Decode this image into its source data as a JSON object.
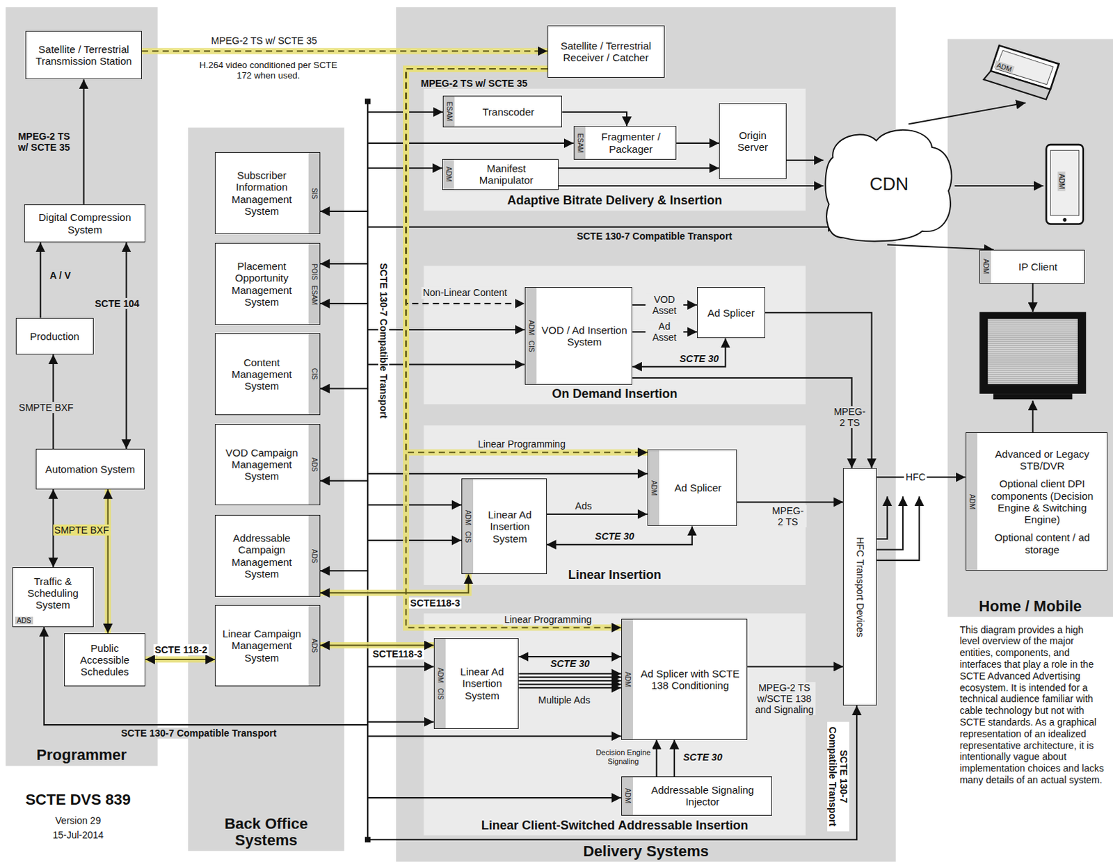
{
  "diagram": {
    "title": "SCTE DVS 839",
    "caption": "This diagram provides a high level overview of the major entities, components, and interfaces that play a role in the SCTE Advanced Advertising ecosystem. It is intended for a technical audience familiar with cable technology but not with SCTE standards. As a graphical representation of an idealized representative architecture, it is intentionally vague about implementation choices and lacks many details of an actual system.",
    "nodes": [
      {
        "text": [
          "Programmer"
        ]
      },
      {
        "text": [
          "Back Office Systems"
        ]
      },
      {
        "text": [
          "Delivery Systems"
        ]
      },
      {
        "text": [
          "Home / Mobile"
        ]
      },
      {
        "text": [
          "Adaptive Bitrate Delivery & Insertion"
        ],
        "in": 2
      },
      {
        "text": [
          "On Demand Insertion"
        ],
        "in": 2
      },
      {
        "text": [
          "Linear Insertion"
        ],
        "in": 2
      },
      {
        "text": [
          "Linear Client-Switched Addressable Insertion"
        ],
        "in": 2
      },
      {
        "text": [
          "Satellite / Terrestrial Transmission Station"
        ],
        "in": 0
      },
      {
        "text": [
          "Digital Compression System"
        ],
        "in": 0
      },
      {
        "text": [
          "Production"
        ],
        "in": 0
      },
      {
        "text": [
          "Automation System"
        ],
        "in": 0
      },
      {
        "text": [
          "Traffic & Scheduling System",
          "ADS"
        ],
        "in": 0
      },
      {
        "text": [
          "Public Accessible Schedules"
        ],
        "in": 0
      },
      {
        "text": [
          "Subscriber Information Management System",
          "SIS"
        ],
        "in": 1
      },
      {
        "text": [
          "Placement Opportunity Management System",
          "POIS",
          "ESAM"
        ],
        "in": 1
      },
      {
        "text": [
          "Content Management System",
          "CIS"
        ],
        "in": 1
      },
      {
        "text": [
          "VOD Campaign Management System",
          "ADS"
        ],
        "in": 1
      },
      {
        "text": [
          "Addressable Campaign Management System",
          "ADS"
        ],
        "in": 1
      },
      {
        "text": [
          "Linear Campaign Management System",
          "ADS"
        ],
        "in": 1
      },
      {
        "text": [
          "Satellite / Terrestrial Receiver / Catcher"
        ],
        "in": 2
      },
      {
        "text": [
          "ESAM",
          "Transcoder"
        ],
        "in": 4
      },
      {
        "text": [
          "ESAM",
          "Fragmenter / Packager"
        ],
        "in": 4
      },
      {
        "text": [
          "ADM",
          "Manifest Manipulator"
        ],
        "in": 4
      },
      {
        "text": [
          "Origin Server"
        ],
        "in": 4
      },
      {
        "text": [
          "ADM",
          "CIS",
          "VOD / Ad Insertion System"
        ],
        "in": 5
      },
      {
        "text": [
          "Ad Splicer"
        ],
        "in": 5
      },
      {
        "text": [
          "ADM",
          "Ad Splicer"
        ],
        "in": 6
      },
      {
        "text": [
          "ADM",
          "CIS",
          "Linear Ad Insertion System"
        ],
        "in": 6
      },
      {
        "text": [
          "ADM",
          "CIS",
          "Linear Ad Insertion System"
        ],
        "in": 7
      },
      {
        "text": [
          "Ad Splicer with SCTE 138 Conditioning",
          "ADM"
        ],
        "in": 7
      },
      {
        "text": [
          "ADM",
          "Addressable Signaling Injector"
        ],
        "in": 7
      },
      {
        "text": [
          "HFC Transport Devices"
        ],
        "in": 2
      },
      {
        "text": [
          "CDN"
        ]
      },
      {
        "text": [
          "ADM"
        ],
        "in": 3
      },
      {
        "text": [
          "ADM"
        ],
        "in": 3
      },
      {
        "text": [
          "ADM",
          "IP Client"
        ],
        "in": 3
      },
      {
        "text": [
          "ADM",
          "Advanced or Legacy STB/DVR",
          "Optional client DPI components (Decision Engine & Switching Engine)",
          "Optional content / ad storage"
        ],
        "in": 3
      }
    ],
    "edges": [
      {
        "from": 9,
        "to": 8,
        "arrow": "to",
        "label": "MPEG-2 TS w/ SCTE 35"
      },
      {
        "from": 10,
        "to": 9,
        "arrow": "to",
        "label": "A / V"
      },
      {
        "from": 11,
        "to": 9,
        "arrow": "both",
        "label": "SCTE 104"
      },
      {
        "from": 11,
        "to": 10,
        "arrow": "to",
        "label": "SMPTE BXF"
      },
      {
        "from": 11,
        "to": 12,
        "arrow": "both"
      },
      {
        "from": 11,
        "to": 13,
        "arrow": "both",
        "label": "SMPTE BXF"
      },
      {
        "from": 13,
        "to": 19,
        "arrow": "both",
        "label": "SCTE 118-2"
      },
      {
        "from": 8,
        "to": 20,
        "arrow": "to",
        "label": "MPEG-2 TS w/ SCTE 35"
      },
      {
        "from": 20,
        "to": 25,
        "arrow": "to",
        "label": "Non-Linear Content"
      },
      {
        "from": 20,
        "to": 27,
        "arrow": "to",
        "label": "Linear Programming"
      },
      {
        "from": 20,
        "to": 30,
        "arrow": "to",
        "label": "Linear Programming"
      },
      {
        "from": 21,
        "to": 22,
        "arrow": "to"
      },
      {
        "from": 22,
        "to": 24,
        "arrow": "to"
      },
      {
        "from": 23,
        "to": 24,
        "arrow": "to"
      },
      {
        "from": 23,
        "to": 33,
        "arrow": "to"
      },
      {
        "from": 24,
        "to": 33,
        "arrow": "to"
      },
      {
        "from": 33,
        "to": 34,
        "arrow": "to"
      },
      {
        "from": 33,
        "to": 35,
        "arrow": "to"
      },
      {
        "from": 33,
        "to": 36,
        "arrow": "to"
      },
      {
        "from": 25,
        "to": 26,
        "arrow": "to",
        "label": "VOD Asset"
      },
      {
        "from": 25,
        "to": 26,
        "arrow": "to",
        "label": "Ad Asset"
      },
      {
        "from": 26,
        "to": 25,
        "arrow": "both",
        "label": "SCTE 30"
      },
      {
        "from": 26,
        "to": 32,
        "arrow": "to"
      },
      {
        "from": 25,
        "to": 32,
        "arrow": "to",
        "label": "MPEG-2 TS"
      },
      {
        "from": 28,
        "to": 27,
        "arrow": "to",
        "label": "Ads"
      },
      {
        "from": 27,
        "to": 28,
        "arrow": "both",
        "label": "SCTE 30"
      },
      {
        "from": 27,
        "to": 32,
        "arrow": "to",
        "label": "MPEG-2 TS"
      },
      {
        "from": 29,
        "to": 30,
        "arrow": "both",
        "label": "SCTE 30"
      },
      {
        "from": 29,
        "to": 30,
        "arrow": "to",
        "label": "Multiple Ads"
      },
      {
        "from": 30,
        "to": 32,
        "arrow": "to",
        "label": "MPEG-2 TS w/SCTE 138 and Signaling"
      },
      {
        "from": 31,
        "to": 30,
        "arrow": "to",
        "label": "Decision Engine Signaling"
      },
      {
        "from": 31,
        "to": 30,
        "arrow": "to",
        "label": "SCTE 30"
      },
      {
        "from": 32,
        "to": 37,
        "arrow": "to",
        "label": "HFC"
      },
      {
        "from": 19,
        "to": 29,
        "arrow": "both",
        "label": "SCTE118-3"
      },
      {
        "from": 18,
        "to": 28,
        "arrow": "both",
        "label": "SCTE118-3"
      }
    ],
    "labels": [
      "H.264 video conditioned per SCTE 172 when used.",
      "MPEG-2 TS w/ SCTE 35",
      "SCTE 130-7 Compatible Transport",
      "SCTE 130-7 Compatible Transport",
      "SCTE 130-7 Compatible Transport",
      "SCTE 130-7 Compatible Transport",
      "Version 29",
      "15-Jul-2014"
    ]
  }
}
